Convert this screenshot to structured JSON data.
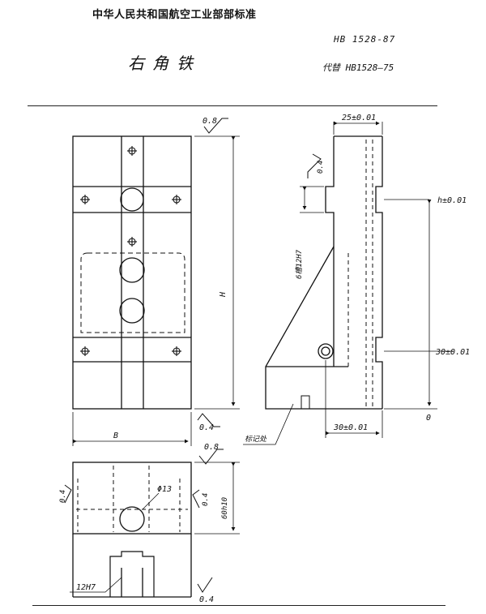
{
  "header": {
    "organization": "中华人民共和国航空工业部部标准",
    "standard_number": "HB 1528-87",
    "title": "右角铁",
    "replaces": "代替 HB1528—75"
  },
  "drawing": {
    "front_view": {
      "roughness_top": "0.8",
      "roughness_bottom": "0.4",
      "height_label": "H",
      "width_label": "B",
      "roughness_under": "0.8"
    },
    "side_view": {
      "top_dim": "25±0.01",
      "roughness": "0.4",
      "slot_label": "6槽12H7",
      "h_dim": "h±0.01",
      "hole_dim": "30±0.01",
      "datum": "0",
      "bottom_dim": "30±0.01",
      "callout": "标记处"
    },
    "top_view": {
      "roughness_left": "0.4",
      "roughness_right": "0.4",
      "hole_dia": "Φ13",
      "depth_dim": "60h10",
      "key_dim": "12H7",
      "roughness_bottom": "0.4"
    }
  }
}
